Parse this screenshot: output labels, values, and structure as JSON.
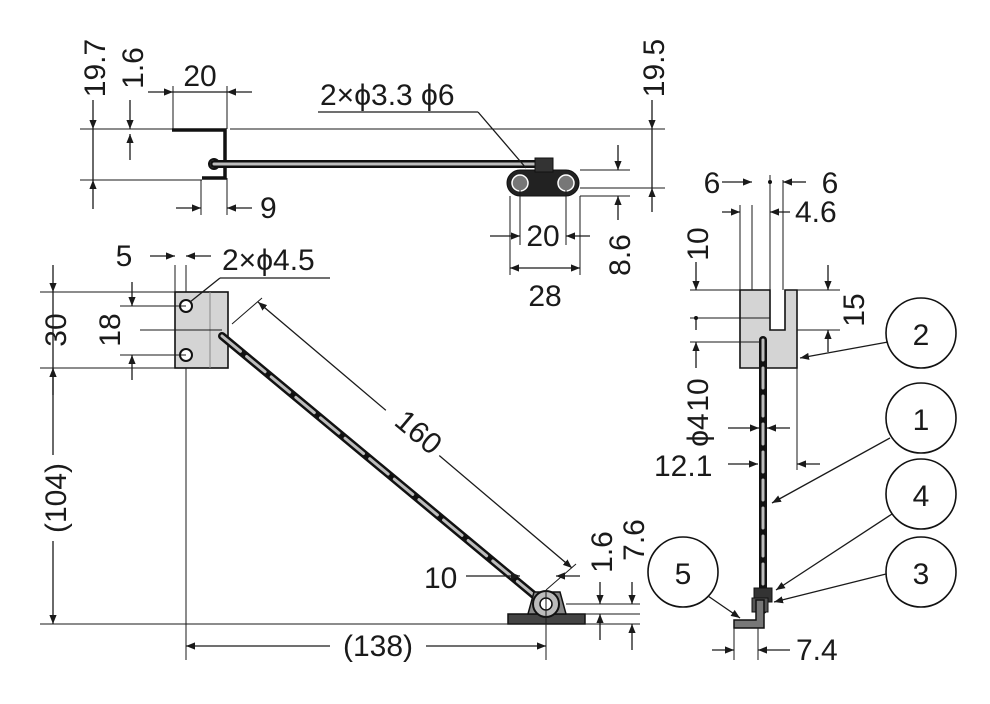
{
  "top_view": {
    "dims": {
      "d19_7": "19.7",
      "d1_6": "1.6",
      "d20": "20",
      "holes": "2×ϕ3.3 ϕ6",
      "d19_5": "19.5",
      "d9": "9",
      "d20b": "20",
      "d8_6": "8.6",
      "d28": "28"
    }
  },
  "side_view": {
    "dims": {
      "d5": "5",
      "holes": "2×ϕ4.5",
      "d30": "30",
      "d18": "18",
      "d160": "160",
      "d104": "(104)",
      "d138": "(138)",
      "d10": "10",
      "d1_6": "1.6",
      "d7_6": "7.6"
    }
  },
  "end_view": {
    "dims": {
      "d6a": "6",
      "d6b": "6",
      "d4_6": "4.6",
      "d10a": "10",
      "d15": "15",
      "d10b": "10",
      "phi4": "ϕ4",
      "d12_1": "12.1",
      "d7_4": "7.4"
    }
  },
  "balloons": {
    "b1": "1",
    "b2": "2",
    "b3": "3",
    "b4": "4",
    "b5": "5"
  }
}
